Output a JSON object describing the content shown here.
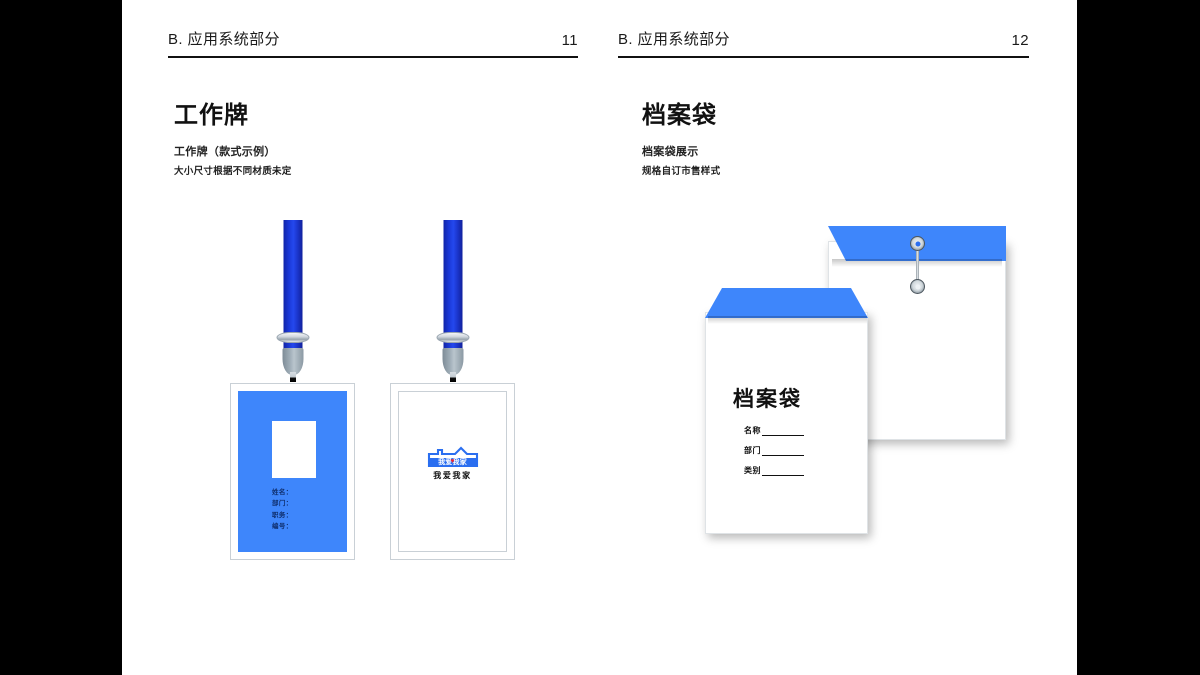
{
  "brand": {
    "accent_blue": "#3e86fb",
    "strap_blue": "#1a38d8",
    "logo_name": "我爱我家",
    "logo_tagline": "我爱我家",
    "heart_color": "#ee2233"
  },
  "pages": [
    {
      "header_title": "B. 应用系统部分",
      "page_number": "11",
      "section_title": "工作牌",
      "caption_line1": "工作牌（款式示例）",
      "caption_line2": "大小尺寸根据不同材质未定",
      "badges": [
        {
          "variant": "blue-photo",
          "fields": [
            "姓名：",
            "部门：",
            "职务：",
            "编号："
          ]
        },
        {
          "variant": "white-logo",
          "logo_text": "我爱我家",
          "logo_sub": "我爱我家"
        }
      ]
    },
    {
      "header_title": "B. 应用系统部分",
      "page_number": "12",
      "section_title": "档案袋",
      "caption_line1": "档案袋展示",
      "caption_line2": "规格自订市售样式",
      "envelope_front": {
        "title": "档案袋",
        "fields": [
          "名称",
          "部门",
          "类别"
        ]
      },
      "envelope_back": {
        "clasp_top": "button-top",
        "clasp_bottom": "button-bottom"
      }
    }
  ]
}
